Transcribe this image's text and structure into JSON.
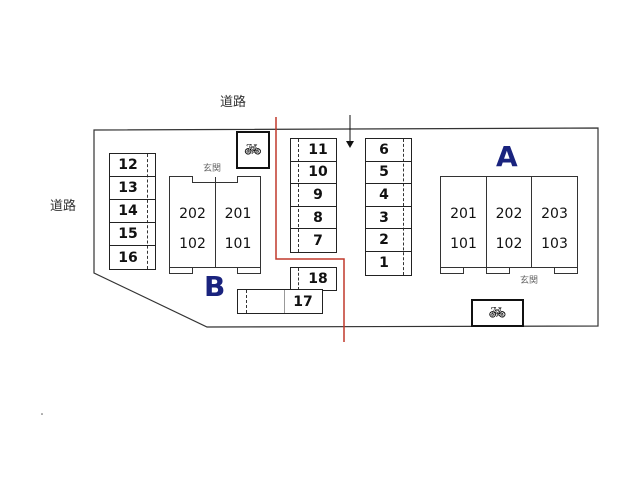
{
  "road_labels": {
    "top": "道路",
    "left": "道路"
  },
  "entrance_label": "玄関",
  "buildings": {
    "A": {
      "name": "A",
      "units": [
        {
          "upper": "201",
          "lower": "101"
        },
        {
          "upper": "202",
          "lower": "102"
        },
        {
          "upper": "203",
          "lower": "103"
        }
      ]
    },
    "B": {
      "name": "B",
      "units": [
        {
          "upper": "202",
          "lower": "102"
        },
        {
          "upper": "201",
          "lower": "101"
        }
      ]
    }
  },
  "parking": {
    "left_column": [
      "12",
      "13",
      "14",
      "15",
      "16"
    ],
    "middle_column": [
      "11",
      "10",
      "9",
      "8",
      "7"
    ],
    "right_column": [
      "6",
      "5",
      "4",
      "3",
      "2",
      "1"
    ],
    "slot_18": "18",
    "slot_17": "17"
  },
  "icons": {
    "bicycle": "bicycle-icon",
    "arrow": "arrow-down-icon"
  },
  "colors": {
    "route": "#c0392b",
    "building_letter": "#1a237e"
  }
}
